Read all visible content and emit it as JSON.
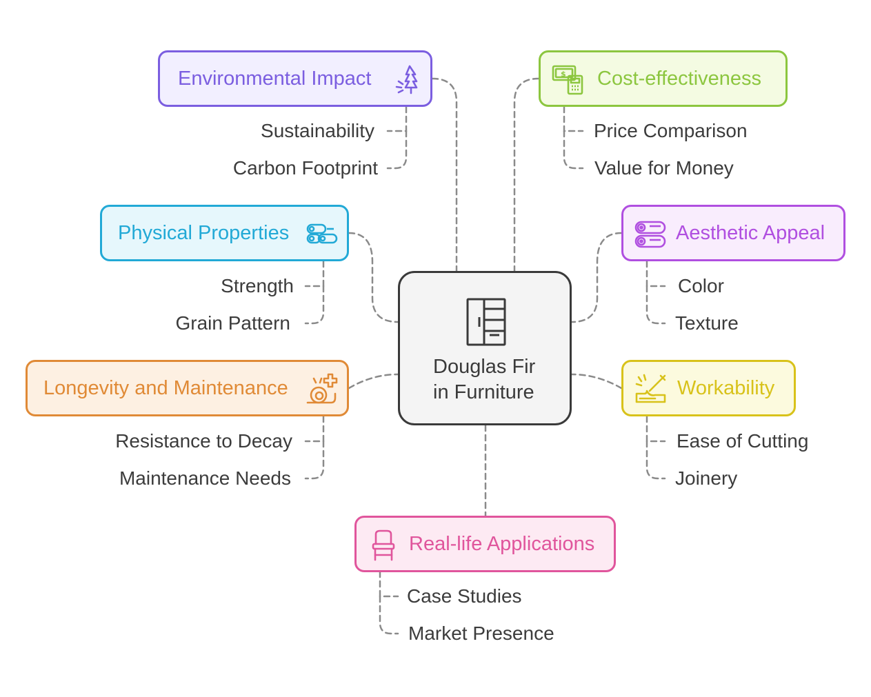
{
  "center": {
    "line1": "Douglas Fir",
    "line2": "in Furniture",
    "icon": "wardrobe-icon"
  },
  "branches": {
    "environmental": {
      "title": "Environmental Impact",
      "icon": "tree-icon",
      "color": "#7b5ee0",
      "fill": "#f2efff",
      "items": [
        "Sustainability",
        "Carbon Footprint"
      ]
    },
    "cost": {
      "title": "Cost-effectiveness",
      "icon": "money-calculator-icon",
      "color": "#8cc63f",
      "fill": "#f4fbe2",
      "items": [
        "Price Comparison",
        "Value for Money"
      ]
    },
    "physical": {
      "title": "Physical Properties",
      "icon": "logs-icon",
      "color": "#22a9d6",
      "fill": "#e6f7fc",
      "items": [
        "Strength",
        "Grain Pattern"
      ]
    },
    "aesthetic": {
      "title": "Aesthetic Appeal",
      "icon": "wood-logs-icon",
      "color": "#b04fe0",
      "fill": "#f9edfd",
      "items": [
        "Color",
        "Texture"
      ]
    },
    "longevity": {
      "title": "Longevity and Maintenance",
      "icon": "snail-plus-icon",
      "color": "#e08a36",
      "fill": "#fdf0e2",
      "items": [
        "Resistance to Decay",
        "Maintenance Needs"
      ]
    },
    "workability": {
      "title": "Workability",
      "icon": "saw-wood-icon",
      "color": "#d8c21a",
      "fill": "#fcfade",
      "items": [
        "Ease of Cutting",
        "Joinery"
      ]
    },
    "applications": {
      "title": "Real-life Applications",
      "icon": "chair-icon",
      "color": "#e0559c",
      "fill": "#fdeaf3",
      "items": [
        "Case Studies",
        "Market Presence"
      ]
    }
  }
}
